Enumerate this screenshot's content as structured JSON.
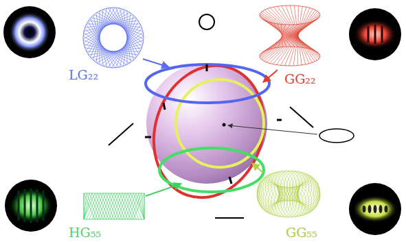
{
  "diagram": {
    "labels": [
      "LG₂₂",
      "GG₂₂",
      "HG₅₅",
      "GG₅₅"
    ]
  }
}
